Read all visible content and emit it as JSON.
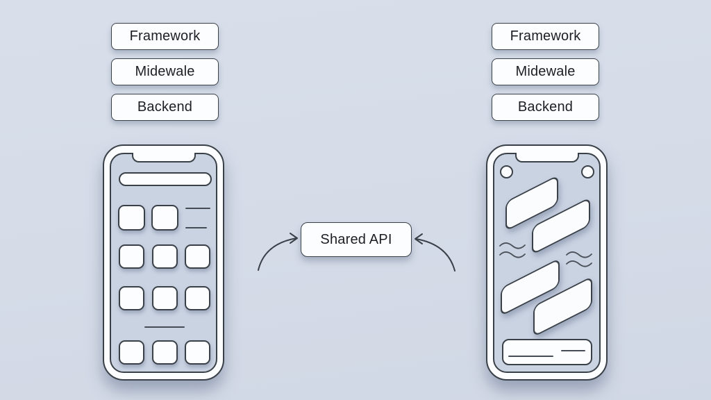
{
  "diagram": {
    "left_stack": {
      "labels": [
        "Framework",
        "Midewale",
        "Backend"
      ]
    },
    "right_stack": {
      "labels": [
        "Framework",
        "Midewale",
        "Backend"
      ]
    },
    "center_label": "Shared API"
  },
  "colors": {
    "background": "#d5dce8",
    "surface": "#fcfdfe",
    "outline": "#3a4048",
    "screen": "#cad3e2",
    "text": "#1b1e23"
  }
}
